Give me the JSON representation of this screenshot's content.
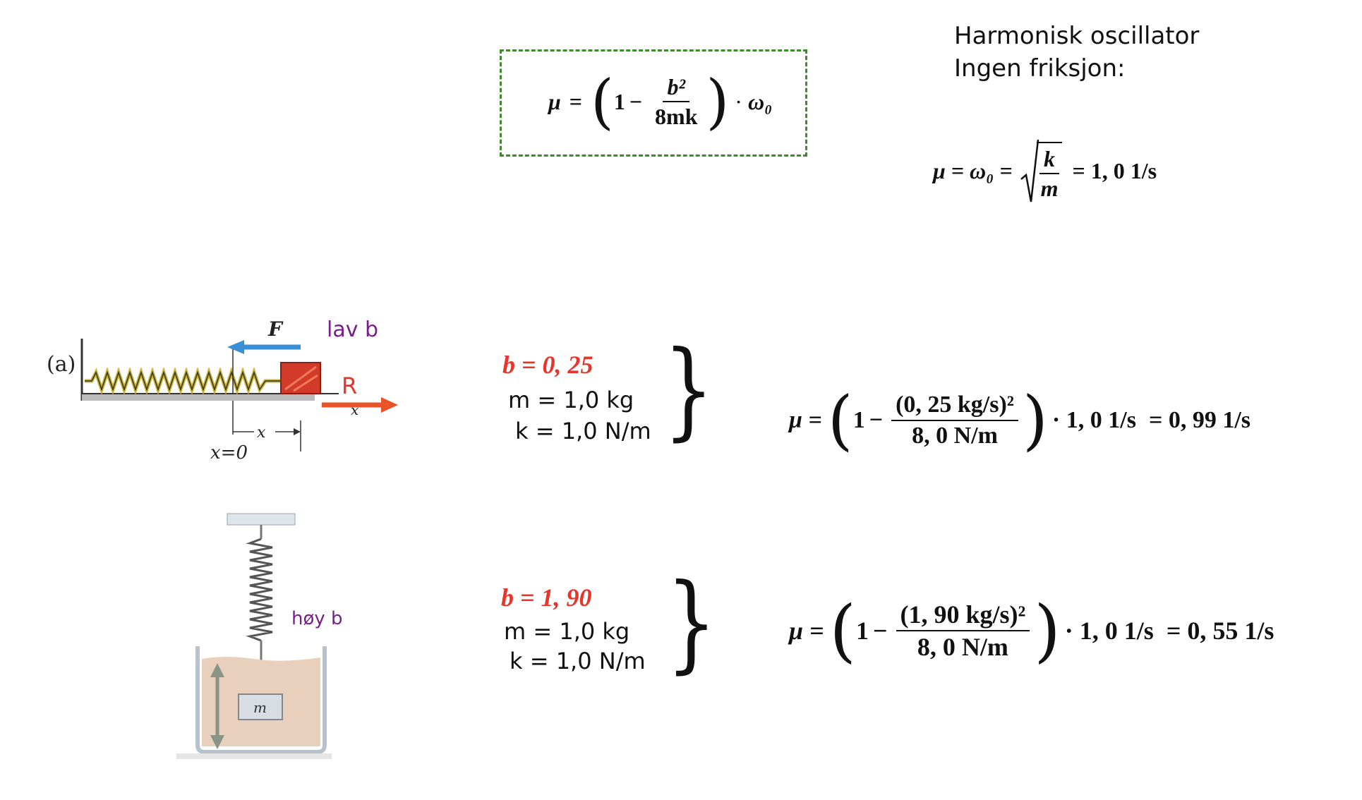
{
  "header": {
    "title_line1": "Harmonisk oscillator",
    "title_line2": "Ingen friksjon:"
  },
  "formula_general": {
    "mu": "μ",
    "eq": "=",
    "one": "1",
    "minus": "−",
    "num": "b²",
    "den": "8mk",
    "dot": "·",
    "omega": "ω₀"
  },
  "formula_free": {
    "lhs": "μ = ω₀ =",
    "num": "k",
    "den": "m",
    "rhs": "= 1, 0 1/s"
  },
  "diagram_a": {
    "panel_label": "(a)",
    "force_F": "F",
    "force_R": "R",
    "x_label": "x",
    "x_zero": "x=0",
    "small_x": "x",
    "low_b_label": "lav b",
    "colors": {
      "arrow_F": "#3a8fd6",
      "arrow_R": "#e8532a",
      "spring": "#d8c640",
      "block": "#d23a2a"
    }
  },
  "diagram_b": {
    "mass_label": "m",
    "high_b_label": "høy b",
    "colors": {
      "liquid": "#e8d0bd",
      "label": "#7a1e8c"
    }
  },
  "case1": {
    "b_value": "b = 0, 25",
    "m_value": "m = 1,0 kg",
    "k_value": "k = 1,0 N/m",
    "brace": "}",
    "lhs": "μ =",
    "one": "1",
    "minus": "−",
    "num": "(0, 25 kg/s)²",
    "den": "8, 0 N/m",
    "tail": "· 1, 0 1/s",
    "result": "= 0, 99 1/s"
  },
  "case2": {
    "b_value": "b = 1, 90",
    "m_value": "m = 1,0 kg",
    "k_value": "k = 1,0 N/m",
    "brace": "}",
    "lhs": "μ =",
    "one": "1",
    "minus": "−",
    "num": "(1, 90 kg/s)²",
    "den": "8, 0 N/m",
    "tail": "· 1, 0 1/s",
    "result": "= 0, 55 1/s"
  },
  "colors": {
    "accent_red": "#e8342a",
    "box_green": "#3f8a2e",
    "label_purple": "#7a1e8c"
  }
}
